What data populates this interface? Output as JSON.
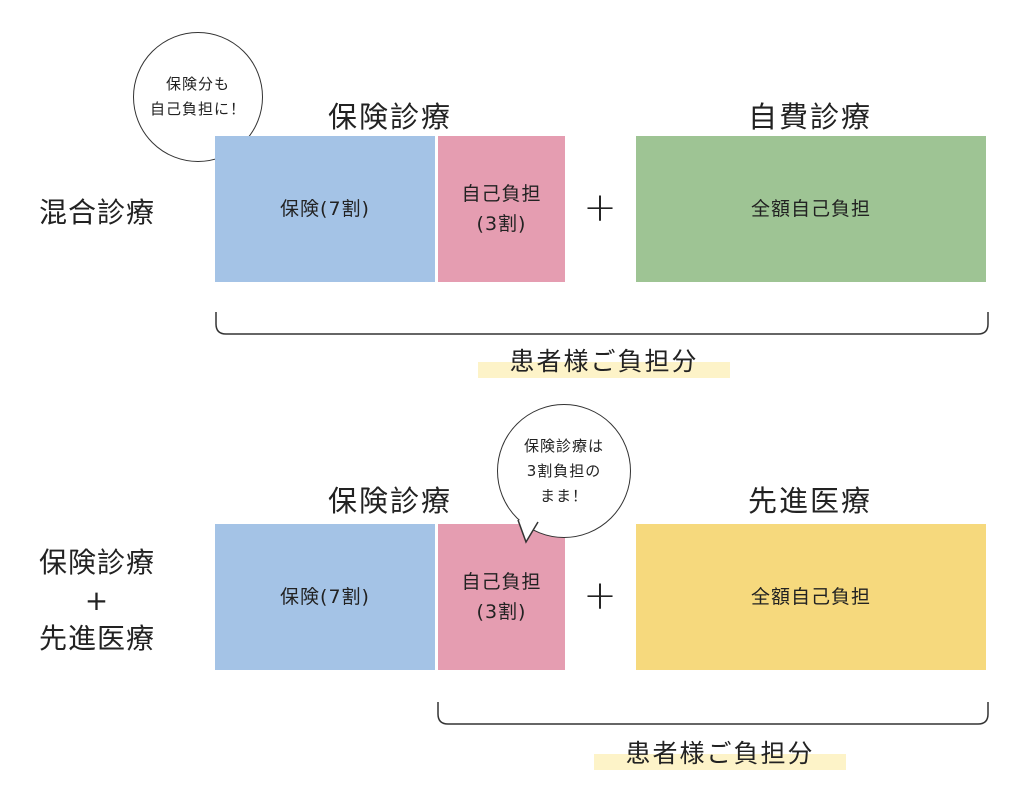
{
  "colors": {
    "insurance": "#a4c3e6",
    "self_pay_share": "#e59db1",
    "self_funded": "#9ec494",
    "advanced": "#f6d97d",
    "highlight": "#fdf3c8"
  },
  "section1": {
    "row_label": "混合診療",
    "header_left": "保険診療",
    "header_right": "自費診療",
    "bubble": "保険分も\n自己負担に！",
    "box_insurance": "保険(7割)",
    "box_copay": "自己負担\n(3割)",
    "plus": "+",
    "box_full": "全額自己負担",
    "total": "患者様ご負担分"
  },
  "section2": {
    "row_label": "保険診療\n+\n先進医療",
    "header_left": "保険診療",
    "header_right": "先進医療",
    "bubble": "保険診療は\n3割負担の\nまま！",
    "box_insurance": "保険(7割)",
    "box_copay": "自己負担\n(3割)",
    "plus": "+",
    "box_full": "全額自己負担",
    "total": "患者様ご負担分"
  }
}
